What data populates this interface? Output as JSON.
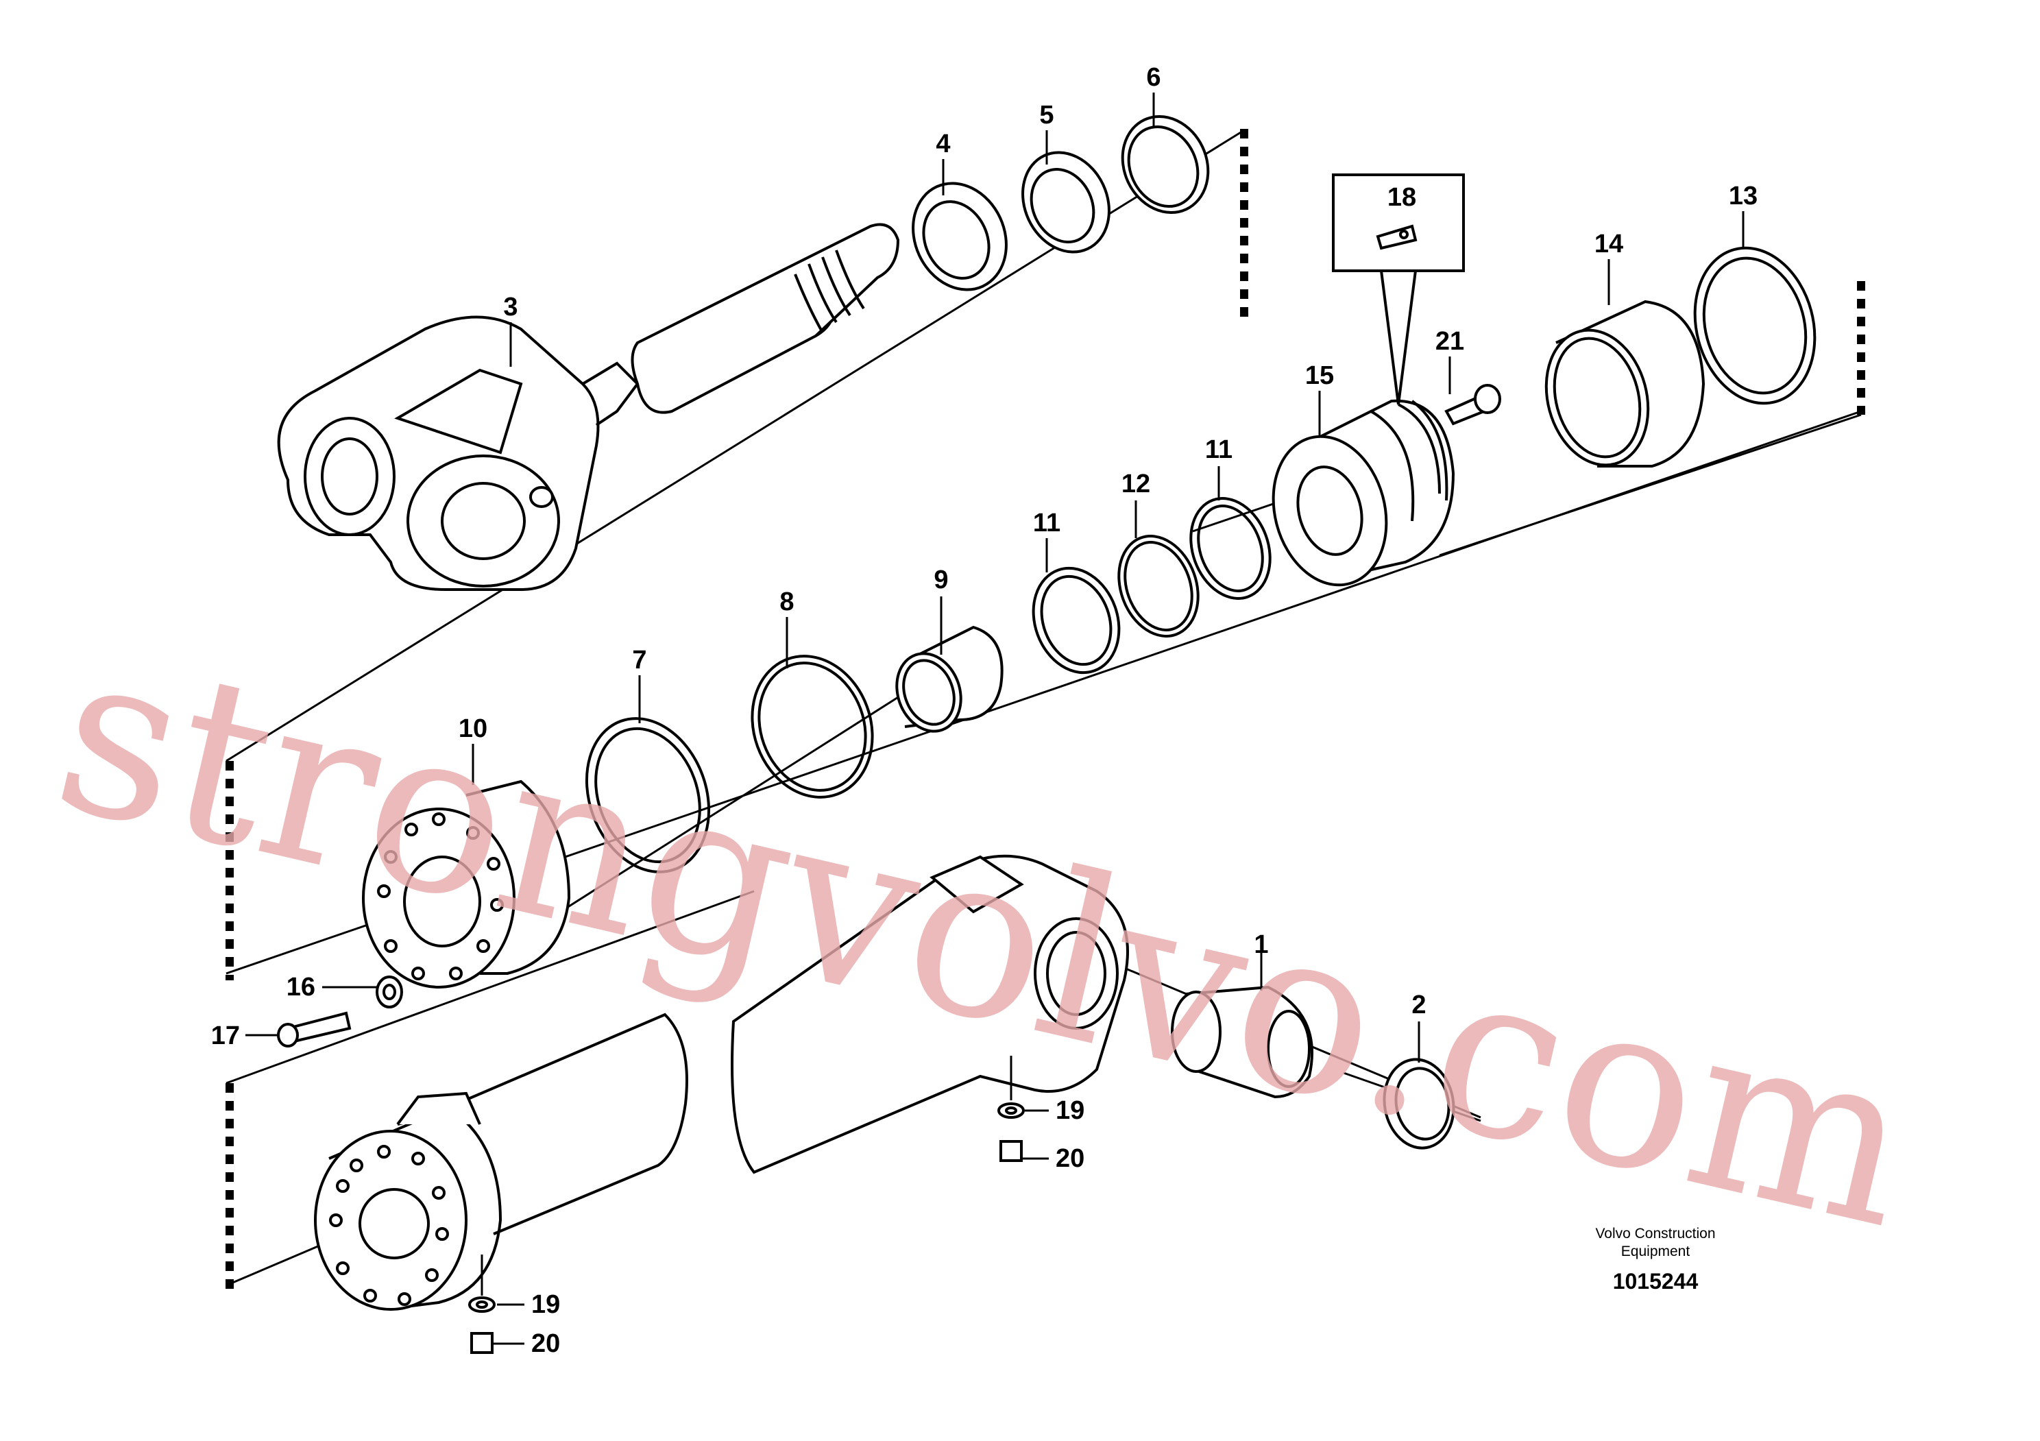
{
  "diagram": {
    "labels": {
      "p1": "1",
      "p2": "2",
      "p3": "3",
      "p4": "4",
      "p5": "5",
      "p6": "6",
      "p7": "7",
      "p8": "8",
      "p9": "9",
      "p10": "10",
      "p11a": "11",
      "p11b": "11",
      "p12": "12",
      "p13": "13",
      "p14": "14",
      "p15": "15",
      "p16": "16",
      "p17": "17",
      "p18": "18",
      "p19a": "19",
      "p19b": "19",
      "p20a": "20",
      "p20b": "20",
      "p21": "21"
    },
    "caption_line1": "Volvo Construction",
    "caption_line2": "Equipment",
    "drawing_number": "1015244",
    "watermark": "strongvolvo.com"
  }
}
